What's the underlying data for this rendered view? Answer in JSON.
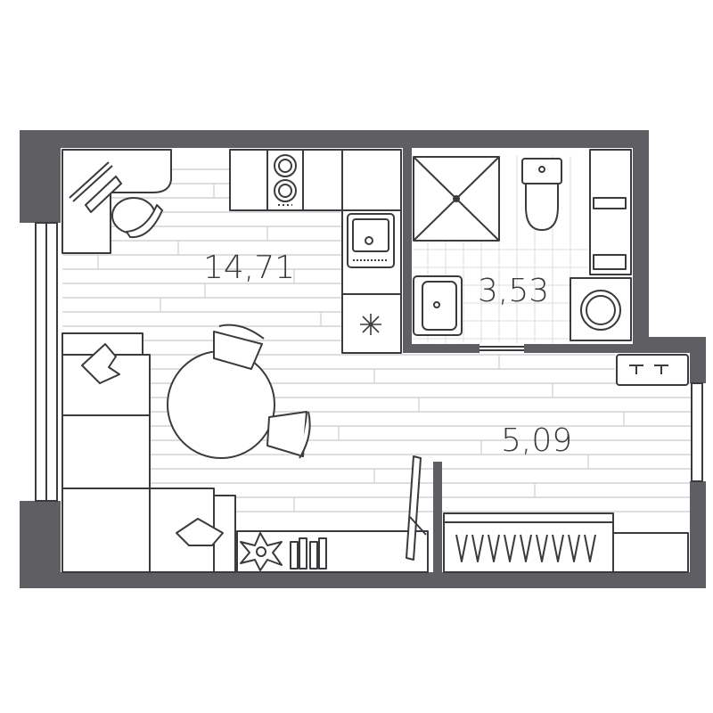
{
  "floor_plan": {
    "rooms": [
      {
        "id": "living",
        "area": "14,71"
      },
      {
        "id": "bathroom",
        "area": "3,53"
      },
      {
        "id": "hallway",
        "area": "5,09"
      }
    ],
    "colors": {
      "wall": "#5f5f63",
      "line": "#3b3b3f",
      "floor_line": "#d4d4d6",
      "background": "#ffffff"
    },
    "icons": [
      "desk-icon",
      "office-chair-icon",
      "cooktop-icon",
      "sink-icon",
      "fridge-icon",
      "shower-icon",
      "toilet-icon",
      "washbasin-icon",
      "washing-machine-icon",
      "bathtub-shelf-icon",
      "round-table-icon",
      "chair-icon",
      "sofa-icon",
      "pillow-icon",
      "plant-icon",
      "books-icon",
      "tv-icon",
      "wardrobe-icon",
      "coat-rack-icon"
    ]
  }
}
